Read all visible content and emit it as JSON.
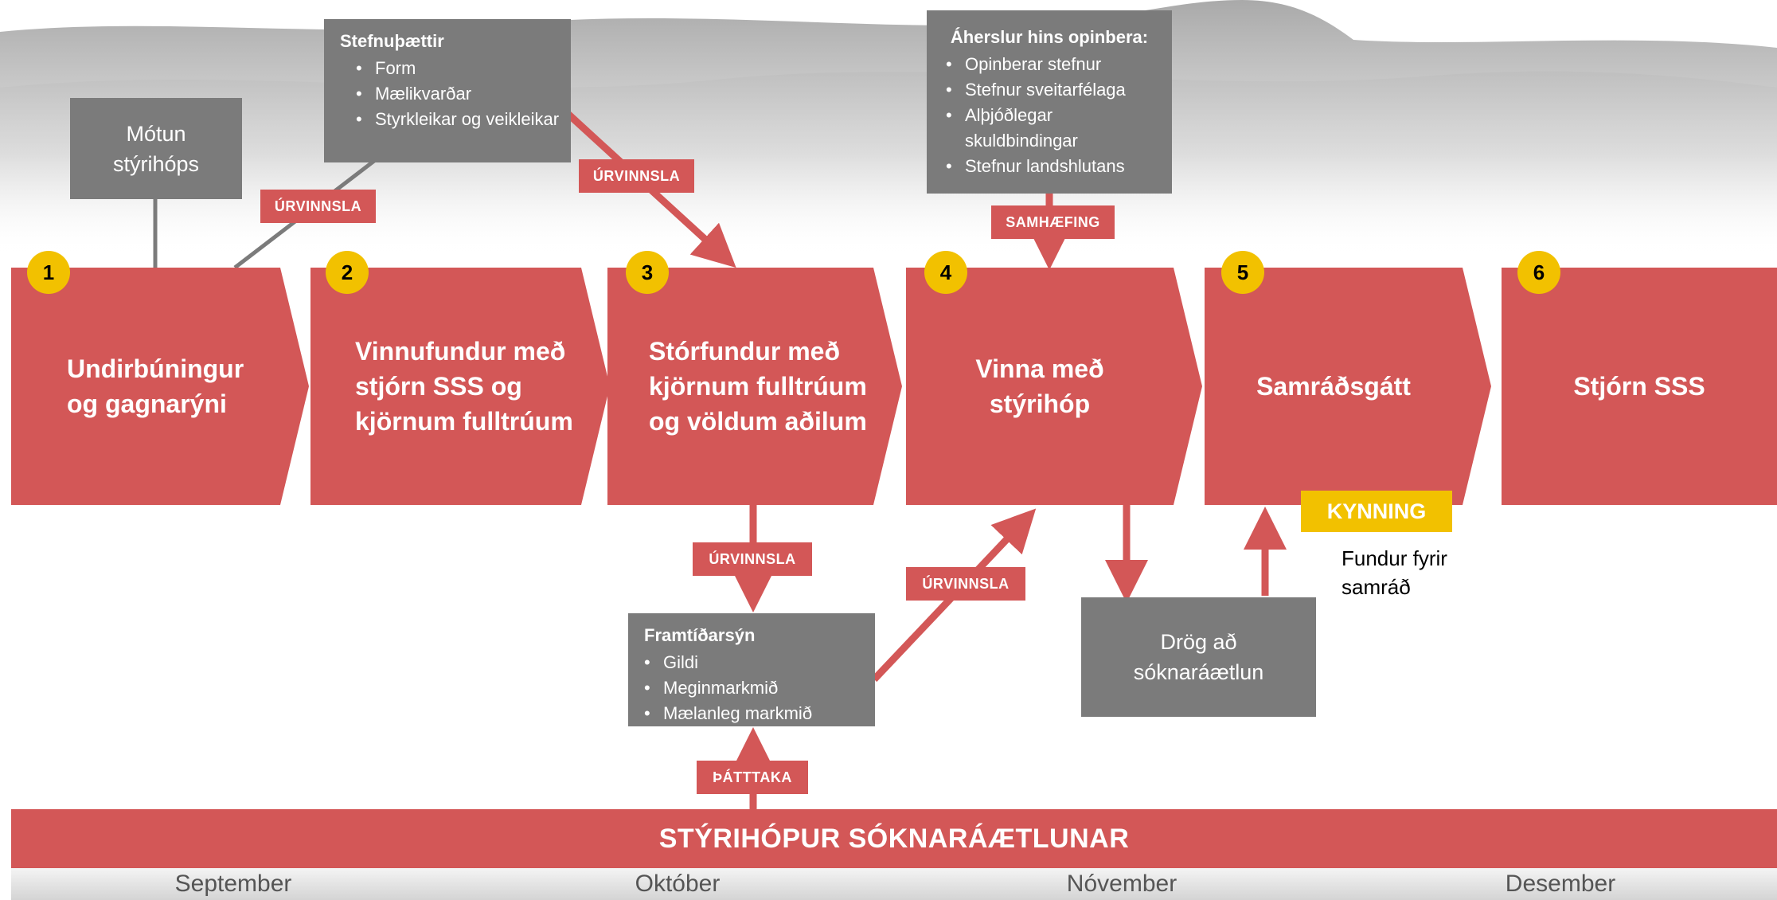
{
  "colors": {
    "step_red": "#d35757",
    "number_yellow": "#f2c100",
    "note_gray": "#7b7b7b"
  },
  "steps": [
    {
      "number": "1",
      "title": "Undirbúningur\nog gagnarýni"
    },
    {
      "number": "2",
      "title": "Vinnufundur með\nstjórn SSS og\nkjörnum fulltrúum"
    },
    {
      "number": "3",
      "title": "Stórfundur með\nkjörnum fulltrúum\nog völdum aðilum"
    },
    {
      "number": "4",
      "title": "Vinna með\nstýrihóp"
    },
    {
      "number": "5",
      "title": "Samráðsgátt"
    },
    {
      "number": "6",
      "title": "Stjórn SSS"
    }
  ],
  "notes": {
    "motun": "Mótun\nstýrihóps",
    "stefnuthaettir": {
      "title": "Stefnuþættir",
      "items": [
        "Form",
        "Mælikvarðar",
        "Styrkleikar og veikleikar"
      ]
    },
    "aherslur": {
      "title": "Áherslur hins opinbera:",
      "items": [
        "Opinberar stefnur",
        "Stefnur sveitarfélaga",
        "Alþjóðlegar skuldbindingar",
        "Stefnur landshlutans"
      ]
    },
    "framtidarsyn": {
      "title": "Framtíðarsýn",
      "items": [
        "Gildi",
        "Meginmarkmið",
        "Mælanleg markmið"
      ]
    },
    "drog": "Drög að\nsóknaráætlun",
    "fundur": "Fundur fyrir\nsamráð"
  },
  "labels": {
    "urvinnsla": "ÚRVINNSLA",
    "samhaefing": "SAMHÆFING",
    "thatttaka": "ÞÁTTTAKA",
    "kynning": "KYNNING"
  },
  "banner": "STÝRIHÓPUR SÓKNARÁÆTLUNAR",
  "months": [
    "September",
    "Október",
    "Nóvember",
    "Desember"
  ]
}
